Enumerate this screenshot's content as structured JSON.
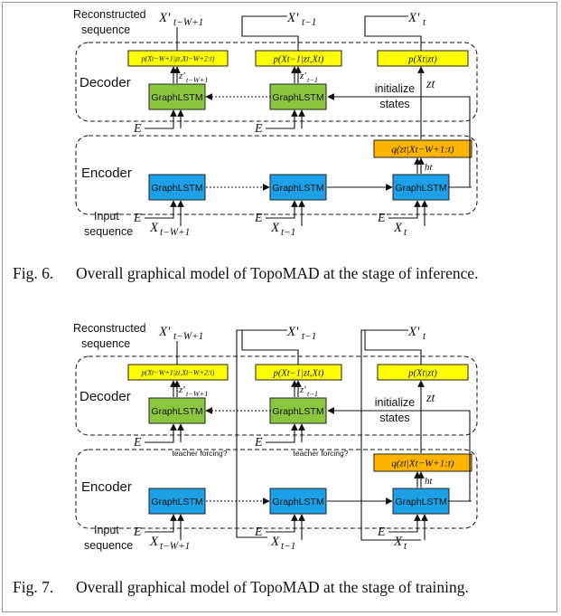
{
  "figures": [
    {
      "caption_number": "Fig. 6.",
      "caption_text": "Overall graphical model of TopoMAD at the stage of inference.",
      "reconstructed_label_1": "Reconstructed",
      "reconstructed_label_2": "sequence",
      "decoder_label": "Decoder",
      "encoder_label": "Encoder",
      "input_label_1": "Input",
      "input_label_2": "sequence",
      "cell_label": "GraphLSTM",
      "initialize_label": "initialize",
      "states_label": "states",
      "output_labels": [
        "X'",
        "X'",
        "X'"
      ],
      "output_subs": [
        "t−W+1",
        "t−1",
        "t"
      ],
      "input_labels": [
        "X",
        "X",
        "X"
      ],
      "input_subs": [
        "t−W+1",
        "t−1",
        "t"
      ],
      "prior_labels": [
        "p(Xt−W+1|zt,Xt−W+2:t)",
        "p(Xt−1|zt,Xt)",
        "p(Xt|zt)"
      ],
      "z_labels": [
        "z'",
        "z'",
        "zt"
      ],
      "z_subs": [
        "t−W+1",
        "t−1",
        ""
      ],
      "posterior_label": "q(zt|Xt−W+1:t)",
      "h_label": "ht",
      "e_label": "E",
      "teacher_label": ""
    },
    {
      "caption_number": "Fig. 7.",
      "caption_text": "Overall graphical model of TopoMAD at the stage of training.",
      "reconstructed_label_1": "Reconstructed",
      "reconstructed_label_2": "sequence",
      "decoder_label": "Decoder",
      "encoder_label": "Encoder",
      "input_label_1": "Input",
      "input_label_2": "sequence",
      "cell_label": "GraphLSTM",
      "initialize_label": "initialize",
      "states_label": "states",
      "output_labels": [
        "X'",
        "X'",
        "X'"
      ],
      "output_subs": [
        "t−W+1",
        "t−1",
        "t"
      ],
      "input_labels": [
        "X",
        "X",
        "X"
      ],
      "input_subs": [
        "t−W+1",
        "t−1",
        "t"
      ],
      "prior_labels": [
        "p(Xt−W+1|zt,Xt−W+2:t)",
        "p(Xt−1|zt,Xt)",
        "p(Xt|zt)"
      ],
      "z_labels": [
        "z'",
        "z'",
        "zt"
      ],
      "z_subs": [
        "t−W+1",
        "t−1",
        ""
      ],
      "posterior_label": "q(zt|Xt−W+1:t)",
      "h_label": "ht",
      "e_label": "E",
      "teacher_label": "teacher forcing?"
    }
  ],
  "colors": {
    "decoder_cell": "#8cc63f",
    "encoder_cell": "#1ea0e6",
    "prior_box": "#ffff00",
    "posterior_box": "#ffb400"
  }
}
